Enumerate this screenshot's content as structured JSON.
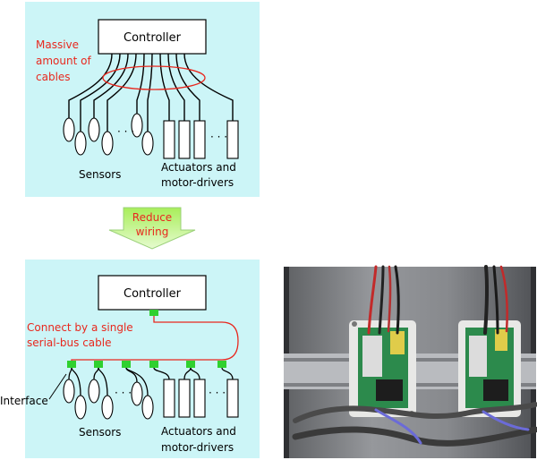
{
  "colors": {
    "panel_bg": "#ccf5f7",
    "annotation": "#e8281e",
    "cable": "#000000",
    "bus_node": "#2fd02f",
    "arrow_fill_top": "#a8ee5a",
    "arrow_fill_bottom": "#d6f8b0",
    "arrow_text": "#e8281e"
  },
  "top_panel": {
    "controller": "Controller",
    "annotation_lines": [
      "Massive",
      "amount of",
      "cables"
    ],
    "sensors_label": "Sensors",
    "actuators_lines": [
      "Actuators and",
      "motor-drivers"
    ],
    "dots": "· · ·"
  },
  "arrow": {
    "lines": [
      "Reduce",
      "wiring"
    ],
    "icon": "down-arrow-icon"
  },
  "bottom_panel": {
    "controller": "Controller",
    "annotation_lines": [
      "Connect by a single",
      "serial-bus cable"
    ],
    "interface_label": "Interface",
    "sensors_label": "Sensors",
    "actuators_lines": [
      "Actuators and",
      "motor-drivers"
    ],
    "dots": "· · ·"
  },
  "photo": {
    "icon": "circuit-board-photo"
  }
}
